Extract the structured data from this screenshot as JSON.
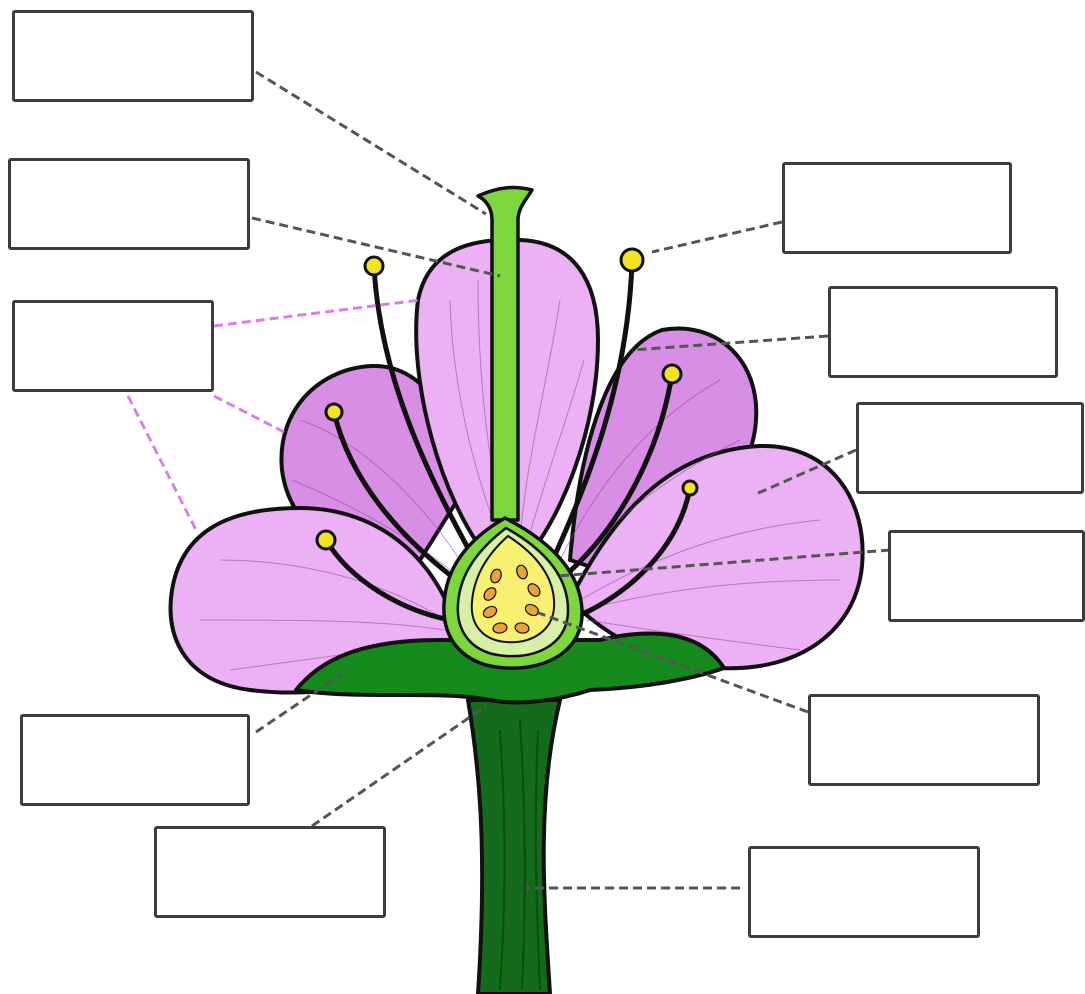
{
  "diagram": {
    "subject": "flower-cross-section",
    "colors": {
      "petal_light": "#ecb0f4",
      "petal_dark": "#d88ee4",
      "sepal_receptacle": "#168a1c",
      "stem": "#156b1c",
      "pistil": "#7dd63c",
      "ovary_inner": "#d6f0a6",
      "ovule_bg": "#f8f070",
      "ovule": "#e8a23a",
      "anther": "#f4e420",
      "filament": "#111111",
      "leader_gray": "#555555",
      "leader_pink": "#d880e8"
    },
    "labels": [
      {
        "id": "label-1",
        "text": ""
      },
      {
        "id": "label-2",
        "text": ""
      },
      {
        "id": "label-3",
        "text": ""
      },
      {
        "id": "label-4",
        "text": ""
      },
      {
        "id": "label-5",
        "text": ""
      },
      {
        "id": "label-6",
        "text": ""
      },
      {
        "id": "label-7",
        "text": ""
      },
      {
        "id": "label-8",
        "text": ""
      },
      {
        "id": "label-9",
        "text": ""
      },
      {
        "id": "label-10",
        "text": ""
      },
      {
        "id": "label-11",
        "text": ""
      },
      {
        "id": "label-12",
        "text": ""
      }
    ]
  }
}
